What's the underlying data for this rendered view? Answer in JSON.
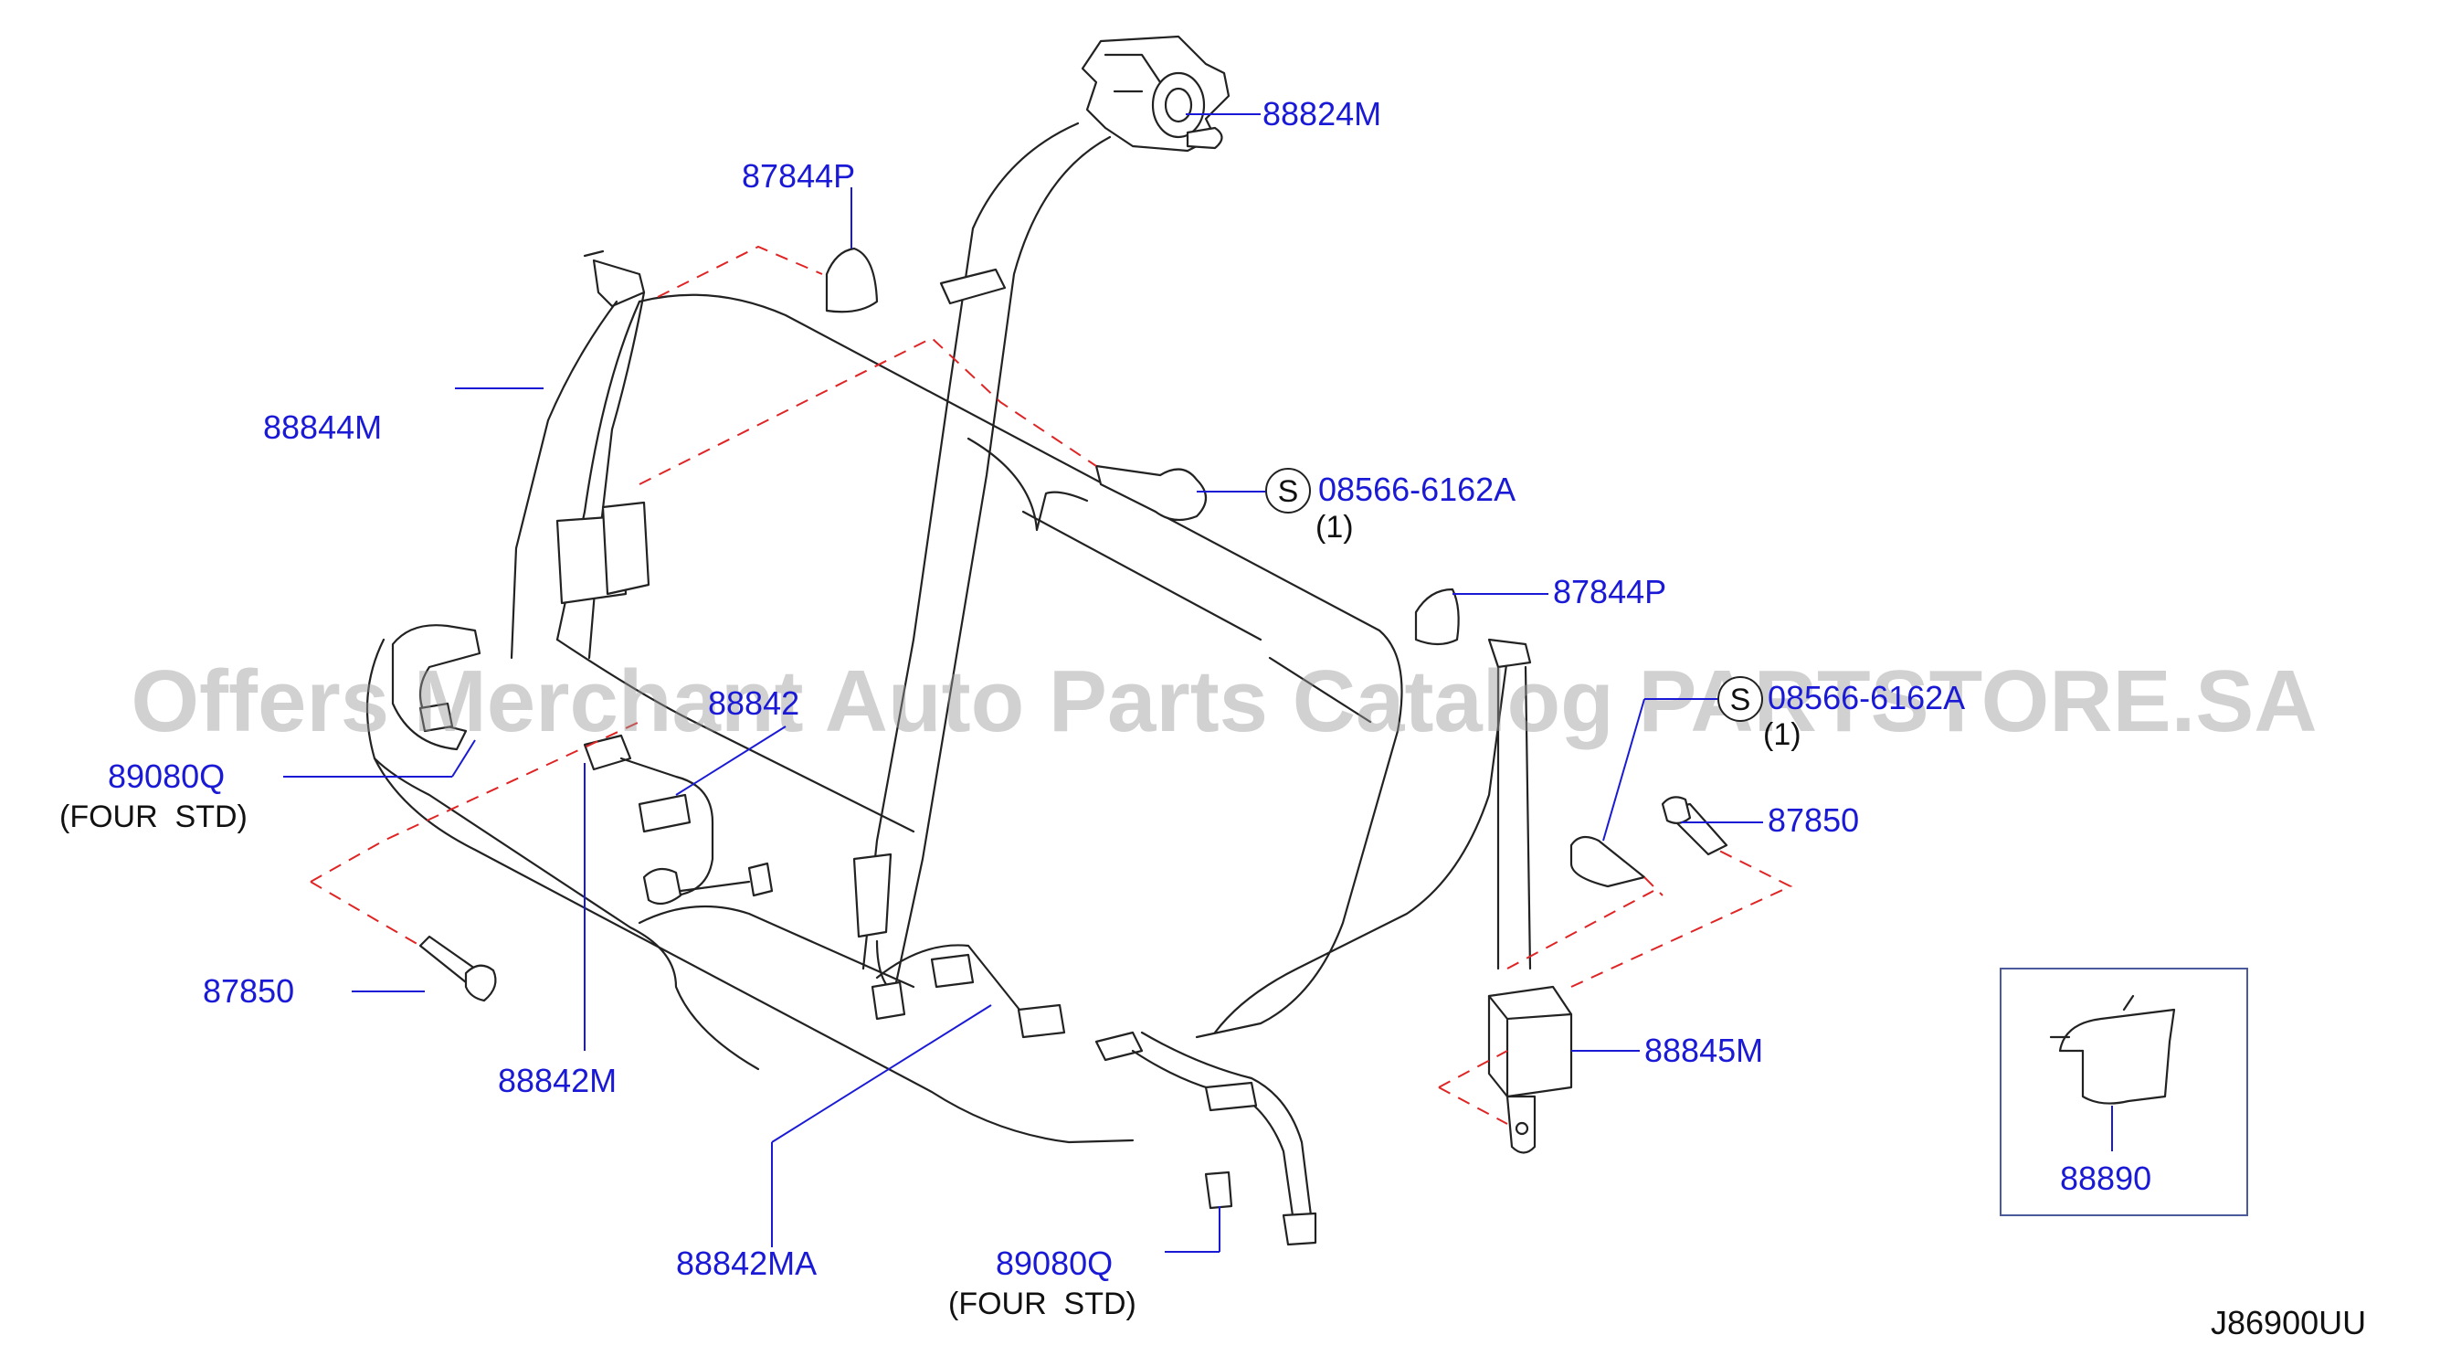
{
  "diagram": {
    "callouts": [
      {
        "id": "retractor-top",
        "part": "88824M"
      },
      {
        "id": "cover-top",
        "part": "87844P"
      },
      {
        "id": "left-belt",
        "part": "88844M"
      },
      {
        "id": "clip-upper",
        "part": "08566-6162A",
        "qty": "(1)",
        "symbol": "S"
      },
      {
        "id": "cover-right",
        "part": "87844P"
      },
      {
        "id": "clip-right",
        "part": "08566-6162A",
        "qty": "(1)",
        "symbol": "S"
      },
      {
        "id": "bolt-right",
        "part": "87850"
      },
      {
        "id": "guide-left",
        "part": "89080Q",
        "note": "(FOUR  STD)"
      },
      {
        "id": "buckle-center",
        "part": "88842M"
      },
      {
        "id": "buckle-center-top",
        "part": "88842"
      },
      {
        "id": "bolt-left",
        "part": "87850"
      },
      {
        "id": "buckle-mid",
        "part": "88842MA"
      },
      {
        "id": "guide-bottom",
        "part": "89080Q",
        "note": "(FOUR  STD)"
      },
      {
        "id": "retractor-right",
        "part": "88845M"
      },
      {
        "id": "inset-clip",
        "part": "88890"
      }
    ],
    "reference_code": "J86900UU",
    "watermark": "Offers Merchant Auto Parts Catalog PARTSTORE.SA"
  }
}
